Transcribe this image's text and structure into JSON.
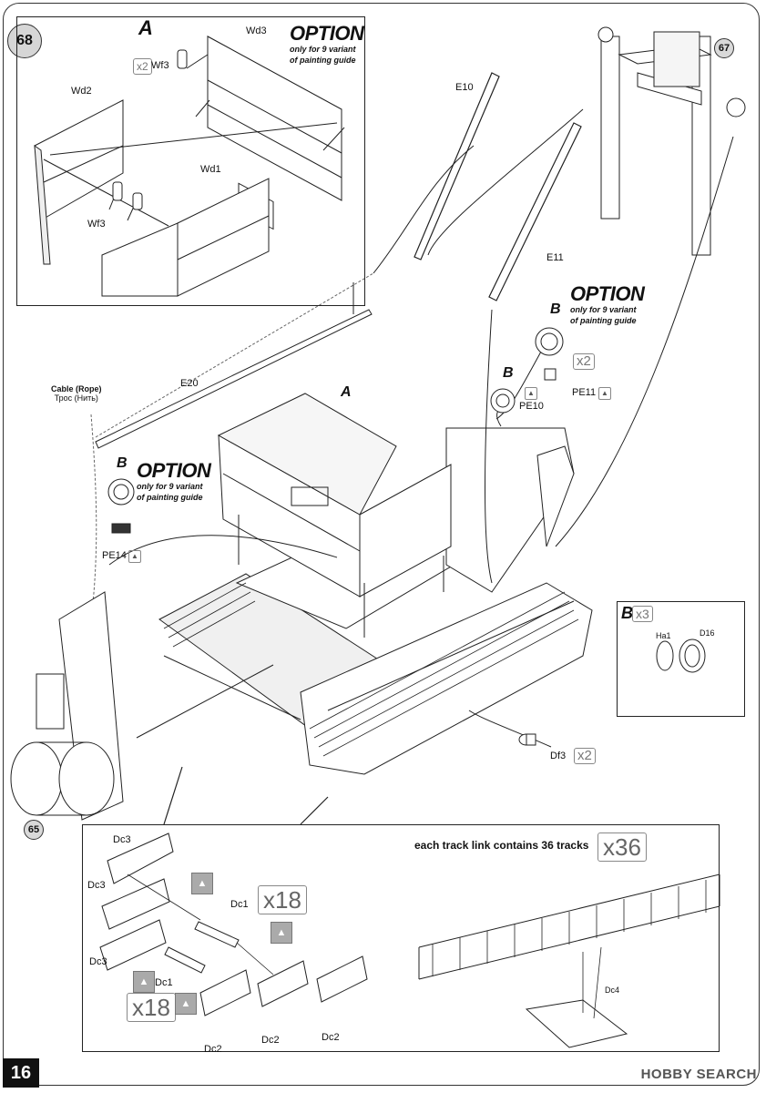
{
  "step": {
    "number": "68"
  },
  "page_number": "16",
  "watermark": "HOBBY SEARCH",
  "panel_a": {
    "letter": "A",
    "option_title": "OPTION",
    "option_line1": "only for 9 variant",
    "option_line2": "of painting guide",
    "parts": {
      "wd3": "Wd3",
      "wd2": "Wd2",
      "wd1": "Wd1",
      "wf3_top": "Wf3",
      "wf3_bottom": "Wf3"
    },
    "qty_wf3": "x2"
  },
  "main": {
    "e10": "E10",
    "e11": "E11",
    "e20": "E20",
    "cable_label": "Cable (Rope)",
    "cable_label_ru": "Трос (Нить)",
    "ref_67": "67",
    "ref_65": "65",
    "cab_letter": "A",
    "right_option": {
      "letter": "B",
      "title": "OPTION",
      "line1": "only for 9 variant",
      "line2": "of painting guide",
      "qty": "x2",
      "pe11": "PE11"
    },
    "left_option": {
      "letter": "B",
      "title": "OPTION",
      "line1": "only for 9 variant",
      "line2": "of painting guide",
      "pe14": "PE14"
    },
    "center_b": {
      "letter": "B",
      "pe10": "PE10"
    },
    "df3": "Df3",
    "df3_qty": "x2"
  },
  "panel_b": {
    "letter": "B",
    "qty": "x3",
    "ha1": "Ha1",
    "d16": "D16"
  },
  "track_panel": {
    "heading": "each track link contains 36 tracks",
    "qty36": "x36",
    "dc3_1": "Dc3",
    "dc3_2": "Dc3",
    "dc3_3": "Dc3",
    "dc1_1": "Dc1",
    "dc1_2": "Dc1",
    "qty18_1": "x18",
    "qty18_2": "x18",
    "dc2_1": "Dc2",
    "dc2_2": "Dc2",
    "dc2_3": "Dc2",
    "dc4": "Dc4"
  }
}
